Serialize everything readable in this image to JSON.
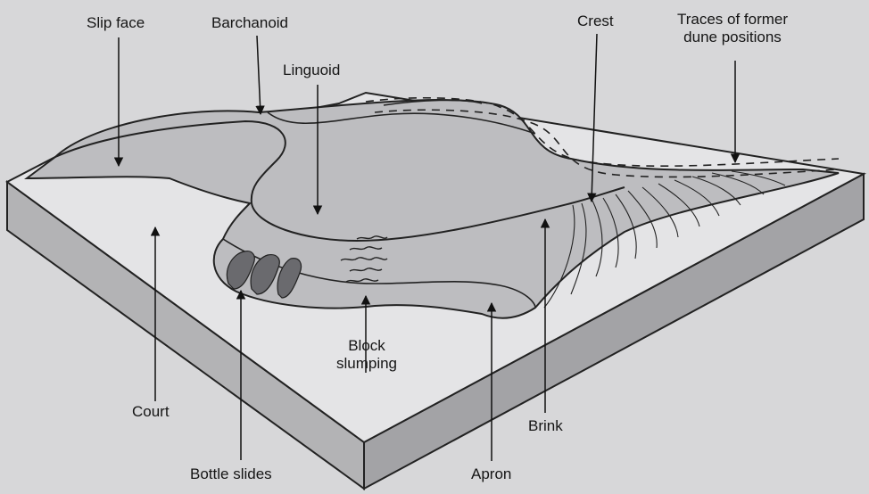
{
  "diagram": {
    "labels": {
      "slip_face": "Slip face",
      "barchanoid": "Barchanoid",
      "linguoid": "Linguoid",
      "crest": "Crest",
      "traces_line1": "Traces of former",
      "traces_line2": "dune positions",
      "court": "Court",
      "bottle_slides": "Bottle slides",
      "block_line1": "Block",
      "block_line2": "slumping",
      "apron": "Apron",
      "brink": "Brink"
    }
  }
}
